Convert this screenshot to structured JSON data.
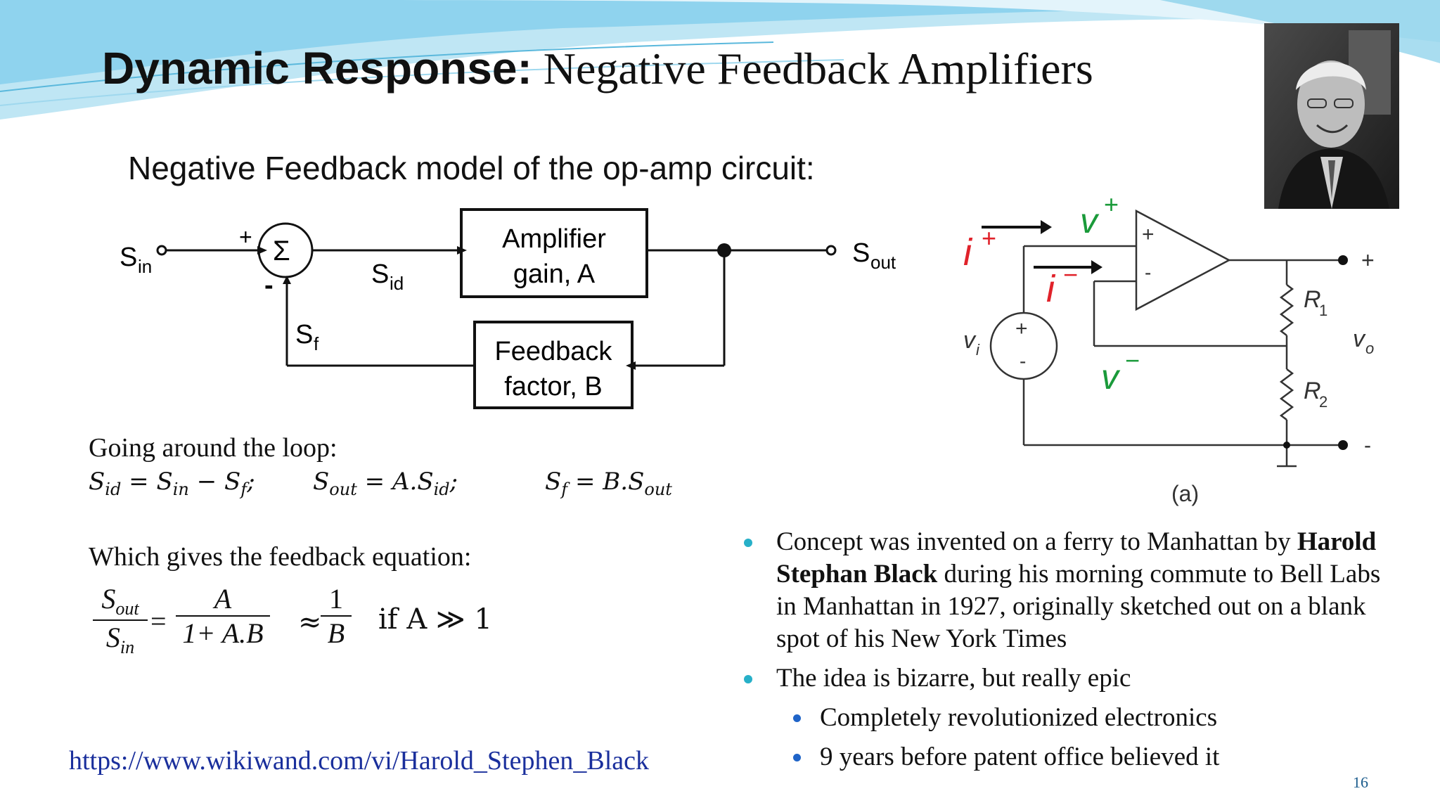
{
  "title": {
    "bold": "Dynamic Response:",
    "rest": " Negative Feedback Amplifiers"
  },
  "subtitle": "Negative Feedback model of the op-amp circuit:",
  "block_diagram": {
    "input_label": "S",
    "input_sub": "in",
    "sum_symbol": "Σ",
    "plus_sign": "+",
    "minus_sign": "-",
    "sid_label": "S",
    "sid_sub": "id",
    "sf_label": "S",
    "sf_sub": "f",
    "amp_line1": "Amplifier",
    "amp_line2": "gain, A",
    "fb_line1": "Feedback",
    "fb_line2": "factor, B",
    "output_label": "S",
    "output_sub": "out"
  },
  "loop_heading": "Going around the loop:",
  "loop_eq": {
    "eq1_a": "S",
    "eq1_a_sub": "id",
    "eq1_b": " = S",
    "eq1_b_sub": "in",
    "eq1_c": " − S",
    "eq1_c_sub": "f",
    "eq1_end": ";",
    "eq2_a": "S",
    "eq2_a_sub": "out",
    "eq2_b": " = A.S",
    "eq2_b_sub": "id",
    "eq2_end": ";",
    "eq3_a": "S",
    "eq3_a_sub": "f",
    "eq3_b": " = B.S",
    "eq3_b_sub": "out"
  },
  "feedback_heading": "Which gives the feedback equation:",
  "feedback_eq": {
    "lhs_num": "S",
    "lhs_num_sub": "out",
    "lhs_den": "S",
    "lhs_den_sub": "in",
    "equals": "=",
    "mid_num": "A",
    "mid_den": "1+ A.B",
    "approx": "≈",
    "rhs_num": "1",
    "rhs_den": "B",
    "condition": "if A ≫ 1"
  },
  "opamp_circuit": {
    "i_plus": "i",
    "i_plus_sup": "+",
    "i_minus": "i",
    "i_minus_sup": "−",
    "v_plus": "v",
    "v_plus_sup": "+",
    "v_minus": "v",
    "v_minus_sup": "−",
    "plus_in": "+",
    "minus_in": "-",
    "source_plus": "+",
    "source_minus": "-",
    "vi": "v",
    "vi_sub": "i",
    "r1": "R",
    "r1_sub": "1",
    "r2": "R",
    "r2_sub": "2",
    "vo": "v",
    "vo_sub": "o",
    "out_plus": "+",
    "out_minus": "-",
    "caption": "(a)"
  },
  "bullets": {
    "b1_pre": "Concept was invented on a ferry to Manhattan by ",
    "b1_bold": "Harold Stephan Black",
    "b1_post": " during his morning commute to Bell Labs in Manhattan in 1927, originally sketched out on a blank spot of his New York Times",
    "b2": "The idea is bizarre, but really epic",
    "b2_sub1": "Completely revolutionized electronics",
    "b2_sub2": "9 years before patent office believed it"
  },
  "link": "https://www.wikiwand.com/vi/Harold_Stephen_Black",
  "page_number": "16",
  "colors": {
    "red": "#e0222a",
    "green": "#1a9a3a",
    "link": "#1a2f9c",
    "bullet": "#27b0c8",
    "wave": "#6fc6e6"
  }
}
